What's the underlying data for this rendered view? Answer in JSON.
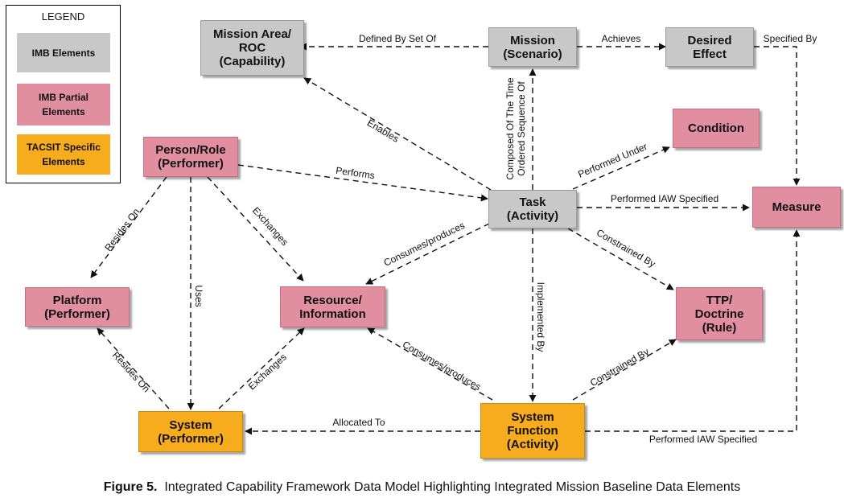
{
  "legend": {
    "title": "LEGEND",
    "items": [
      {
        "label": "IMB Elements",
        "color": "#c8c8c8"
      },
      {
        "label": "IMB Partial\nElements",
        "color": "#e08ea0"
      },
      {
        "label": "TACSIT Specific\nElements",
        "color": "#f7ac1e"
      }
    ]
  },
  "nodes": {
    "mission_area": "Mission Area/\nROC\n(Capability)",
    "mission": "Mission\n(Scenario)",
    "desired_effect": "Desired\nEffect",
    "condition": "Condition",
    "person_role": "Person/Role\n(Performer)",
    "task": "Task\n(Activity)",
    "measure": "Measure",
    "platform": "Platform\n(Performer)",
    "resource": "Resource/\nInformation",
    "ttp": "TTP/\nDoctrine\n(Rule)",
    "system": "System\n(Performer)",
    "system_function": "System\nFunction\n(Activity)"
  },
  "edge_labels": {
    "defined_by_set_of": "Defined By Set Of",
    "achieves": "Achieves",
    "specified_by": "Specified By",
    "enables": "Enables",
    "composed_of_line1": "Composed Of The Time",
    "composed_of_line2": "Ordered Sequence Of",
    "performed_under": "Performed Under",
    "performs": "Performs",
    "performed_iaw_top": "Performed IAW Specified",
    "resides_on_top": "Resides On",
    "exchanges_top": "Exchanges",
    "consumes_top": "Consumes/produces",
    "constrained_top": "Constrained By",
    "uses": "Uses",
    "implemented_by": "Implemented By",
    "resides_on_bottom": "Resides On",
    "exchanges_bottom": "Exchanges",
    "consumes_bottom": "Consumes/produces",
    "constrained_bottom": "Constrained By",
    "allocated_to": "Allocated To",
    "performed_iaw_bottom": "Performed IAW Specified"
  },
  "caption": {
    "figure": "Figure 5.",
    "text": "Integrated Capability Framework Data Model Highlighting Integrated Mission Baseline Data Elements"
  }
}
